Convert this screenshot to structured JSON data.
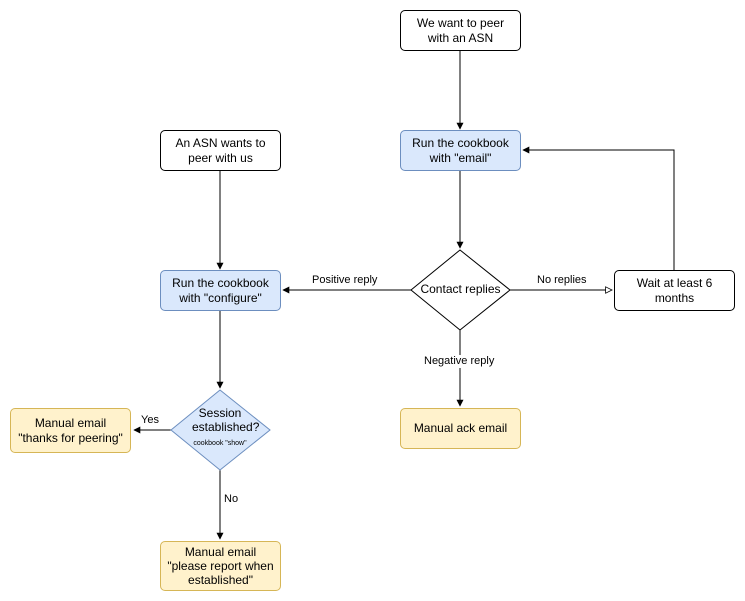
{
  "nodes": {
    "peer_with_asn": "We want to peer with an ASN",
    "asn_wants": "An ASN wants to peer with us",
    "run_email": "Run the cookbook with \"email\"",
    "run_configure": "Run the cookbook with \"configure\"",
    "contact_replies": "Contact replies",
    "wait": "Wait at least 6 months",
    "session_title": "Session established?",
    "session_sub": "cookbook \"show\"",
    "manual_thanks": "Manual email \"thanks for peering\"",
    "manual_ack": "Manual ack email",
    "manual_please": "Manual email \"please report when established\""
  },
  "edges": {
    "positive_reply": "Positive reply",
    "no_replies": "No replies",
    "negative_reply": "Negative reply",
    "yes": "Yes",
    "no": "No"
  },
  "colors": {
    "blue_fill": "#dae8fc",
    "blue_stroke": "#6c8ebf",
    "yellow_fill": "#fff2cc",
    "yellow_stroke": "#d6b656"
  }
}
